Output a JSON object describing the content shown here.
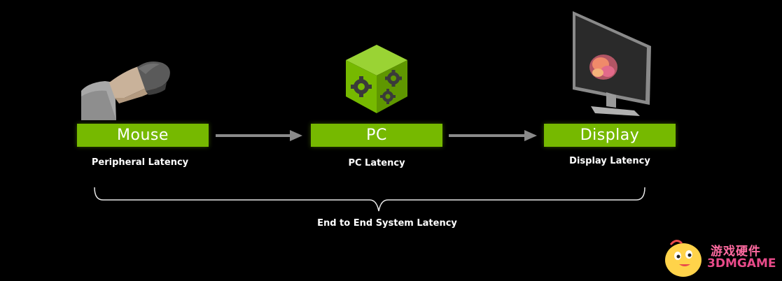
{
  "stages": [
    {
      "label": "Mouse",
      "caption": "Peripheral Latency",
      "illustration": "hand-on-mouse-icon"
    },
    {
      "label": "PC",
      "caption": "PC Latency",
      "illustration": "gear-cube-icon"
    },
    {
      "label": "Display",
      "caption": "Display Latency",
      "illustration": "monitor-icon"
    }
  ],
  "total_caption": "End to End System Latency",
  "watermark": {
    "text_cn": "游戏硬件",
    "text_en": "3DMGAME"
  },
  "colors": {
    "background": "#000000",
    "accent_green": "#76b900",
    "arrow_gray": "#8a8a8a",
    "brace": "#e6e6e6"
  }
}
